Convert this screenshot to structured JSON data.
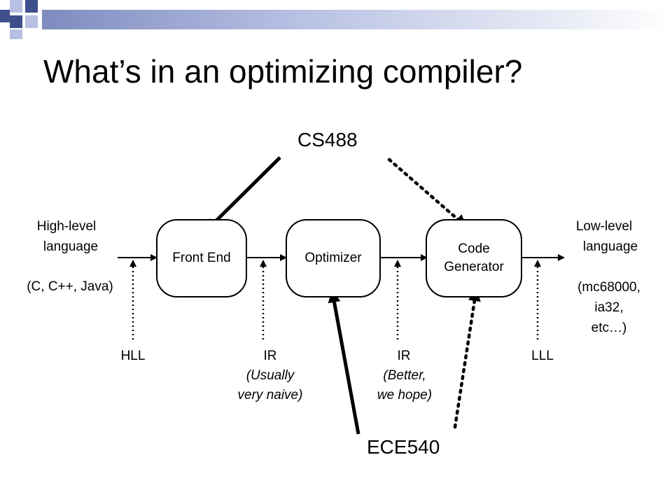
{
  "slide": {
    "title": "What’s in an optimizing compiler?",
    "colors": {
      "deco_dark": "#3f4f8c",
      "deco_light": "#b7c0e3",
      "deco_grad_start": "#7e8bbf"
    }
  },
  "diagram": {
    "courses": {
      "top": "CS488",
      "bottom": "ECE540"
    },
    "boxes": {
      "front_end": "Front End",
      "optimizer": "Optimizer",
      "code_generator_line1": "Code",
      "code_generator_line2": "Generator"
    },
    "input": {
      "line1": "High-level",
      "line2": "language",
      "examples": "(C, C++, Java)"
    },
    "output": {
      "line1": "Low-level",
      "line2": "language",
      "examples_line1": "(mc68000,",
      "examples_line2": "ia32,",
      "examples_line3": "etc…)"
    },
    "representations": {
      "hll": "HLL",
      "ir1": "IR",
      "ir1_note1": "(Usually",
      "ir1_note2": "very naive)",
      "ir2": "IR",
      "ir2_note1": "(Better,",
      "ir2_note2": "we hope)",
      "lll": "LLL"
    }
  }
}
